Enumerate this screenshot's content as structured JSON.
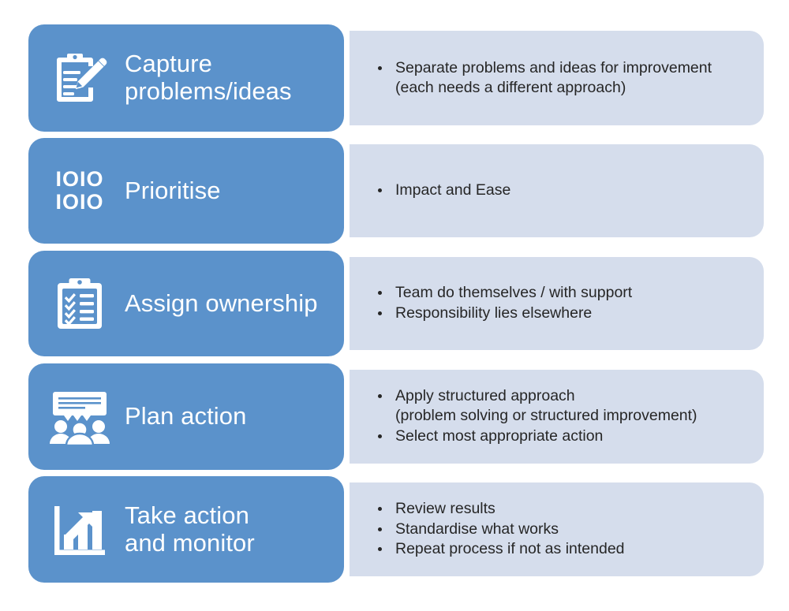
{
  "theme": {
    "card_blue": "#5b92cb",
    "panel_light": "#d5ddec",
    "card_text": "#ffffff",
    "panel_text": "#262626",
    "page_background": "#ffffff"
  },
  "steps": [
    {
      "label": "Capture\nproblems/ideas",
      "icon": "clipboard-pencil-icon",
      "bullets": [
        "Separate problems and ideas for improvement\n(each needs a different approach)"
      ]
    },
    {
      "label": "Prioritise",
      "icon": "binary-digits-icon",
      "icon_text": "IOIO\nIOIO",
      "bullets": [
        "Impact and Ease"
      ]
    },
    {
      "label": "Assign ownership",
      "icon": "clipboard-checklist-icon",
      "bullets": [
        "Team do themselves / with support",
        "Responsibility lies elsewhere"
      ]
    },
    {
      "label": "Plan action",
      "icon": "speech-bubble-people-icon",
      "bullets": [
        "Apply structured approach\n(problem solving or structured improvement)",
        "Select most appropriate action"
      ]
    },
    {
      "label": "Take action\nand monitor",
      "icon": "bar-chart-arrow-icon",
      "bullets": [
        "Review results",
        "Standardise what works",
        "Repeat process if not as intended"
      ]
    }
  ]
}
